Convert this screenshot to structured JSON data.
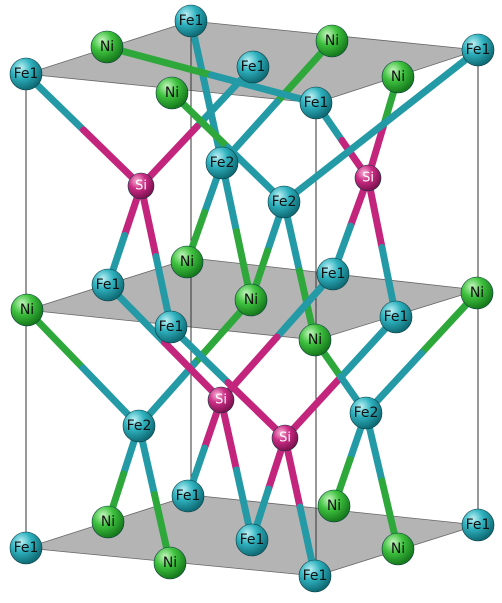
{
  "species": {
    "Fe1": {
      "label": "Fe1",
      "color": "#2aa7b3"
    },
    "Fe2": {
      "label": "Fe2",
      "color": "#2aa7b3"
    },
    "Ni": {
      "label": "Ni",
      "color": "#3cc23c"
    },
    "Si": {
      "label": "Si",
      "color": "#c3257d"
    }
  },
  "plane_color": "#9b9b9b",
  "bond_colors": {
    "Fe": "#239aa6",
    "Ni": "#2ea83a",
    "Si": "#c3257d"
  }
}
